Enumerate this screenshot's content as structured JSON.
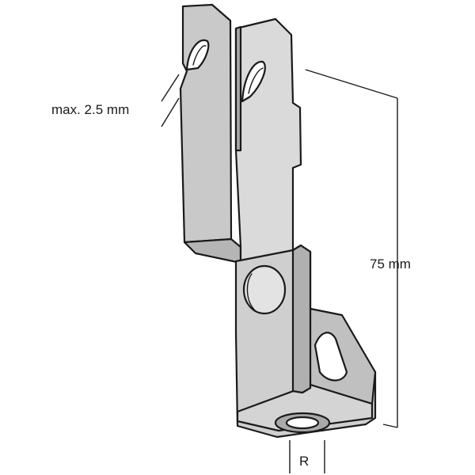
{
  "labels": {
    "gap": "max. 2.5 mm",
    "height": "75 mm",
    "thread": "R"
  },
  "colors": {
    "metal_light": "#d6d6d6",
    "metal_mid": "#c2c2c2",
    "metal_dark": "#9a9a9a",
    "outline": "#1a1a1a",
    "background": "#ffffff"
  }
}
